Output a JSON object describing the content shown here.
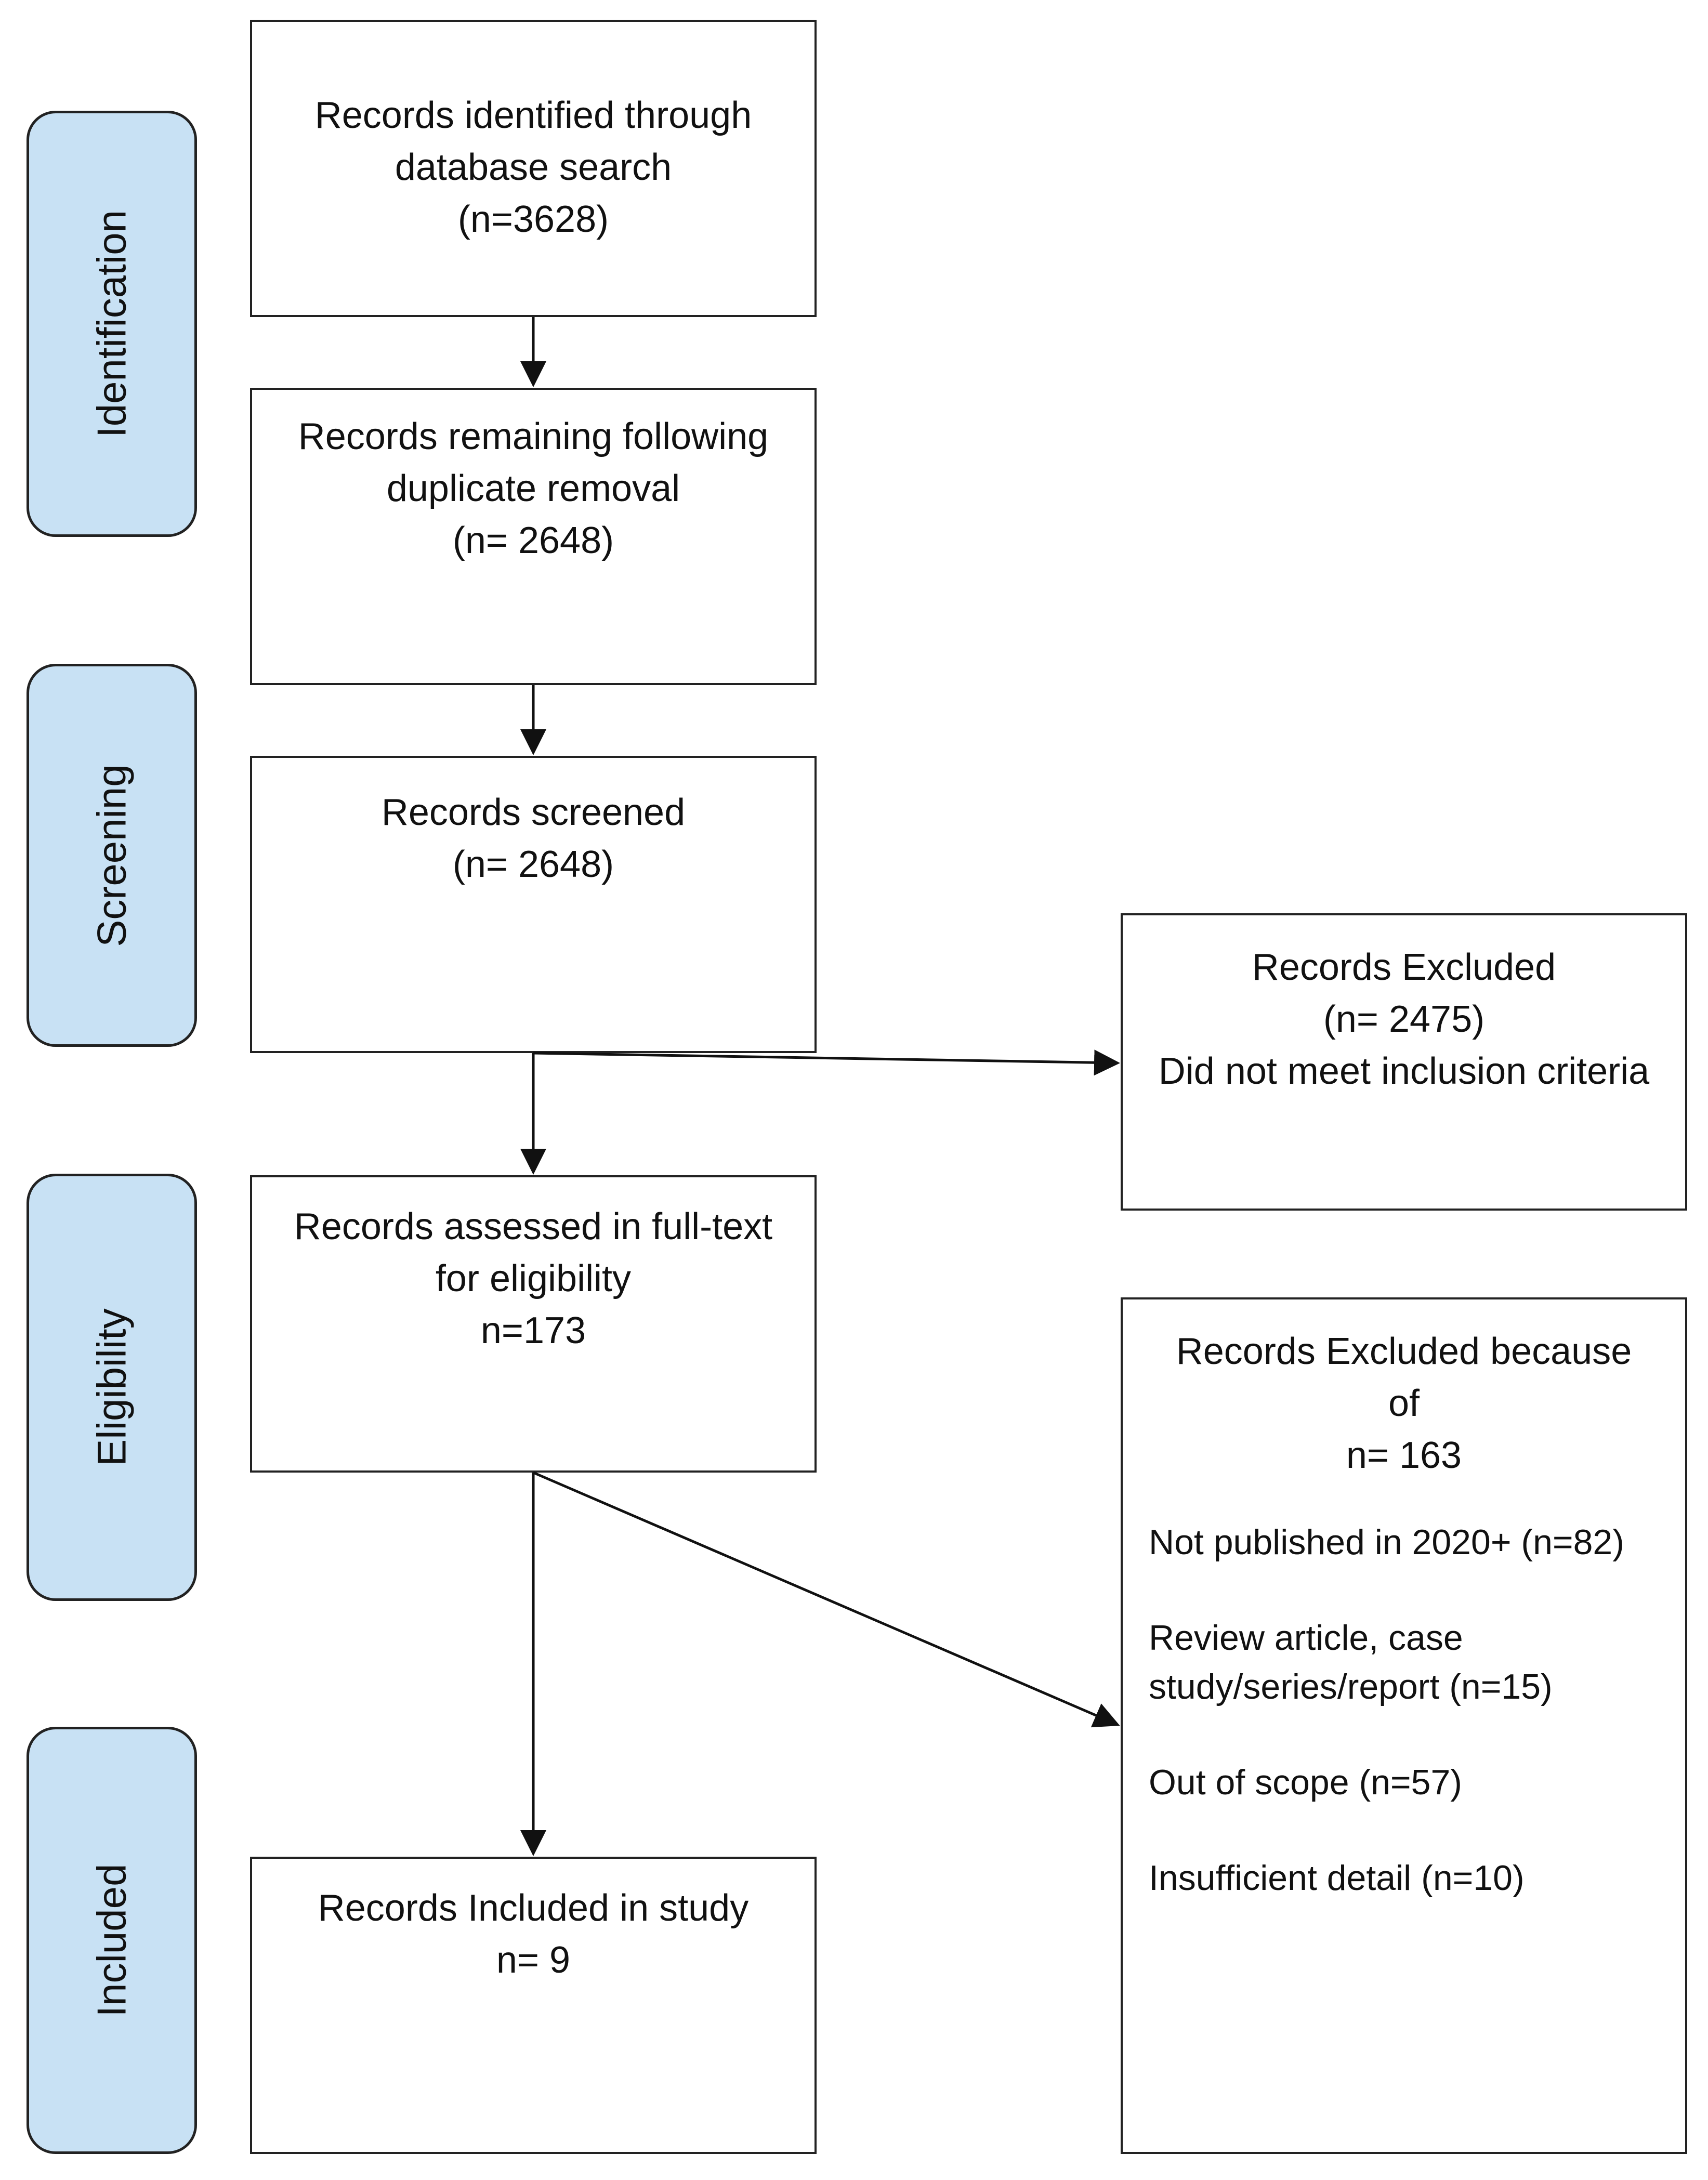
{
  "stages": {
    "identification": "Identification",
    "screening": "Screening",
    "eligibility": "Eligibility",
    "included": "Included"
  },
  "identified": {
    "line1": "Records identified through",
    "line2": "database search",
    "count": "(n=3628)"
  },
  "deduplicated": {
    "line1": "Records remaining following",
    "line2": "duplicate removal",
    "count": "(n= 2648)"
  },
  "screened": {
    "line1": "Records screened",
    "count": "(n= 2648)"
  },
  "excluded_screening": {
    "line1": "Records Excluded",
    "count": "(n= 2475)",
    "reason": "Did not meet inclusion criteria"
  },
  "fulltext": {
    "line1": "Records assessed in full-text",
    "line2": "for eligibility",
    "count": "n=173"
  },
  "excluded_fulltext": {
    "line1": "Records Excluded because",
    "line2": "of",
    "count": "n= 163",
    "reasons": [
      "Not published in 2020+ (n=82)",
      "Review article, case study/series/report  (n=15)",
      "Out of scope (n=57)",
      "Insufficient detail (n=10)"
    ]
  },
  "included": {
    "line1": "Records Included in study",
    "count": "n= 9"
  }
}
